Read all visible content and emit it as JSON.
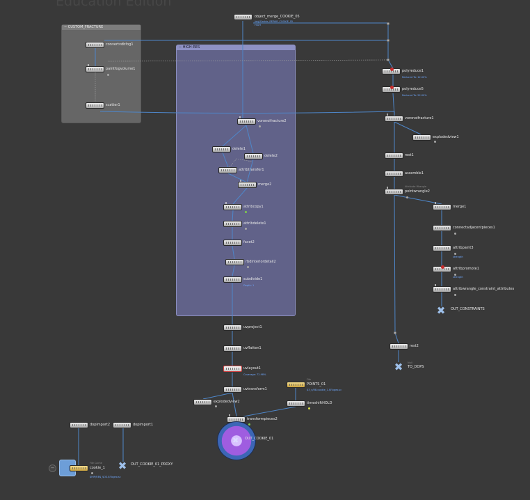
{
  "watermark": "Education Edition",
  "boxes": {
    "custom_fracture": "CUSTOM_FRACTURE",
    "high_res": "HIGH-RES"
  },
  "nodes": {
    "object_merge": {
      "label": "object_merge_COOKIE_05",
      "sub1": "/obj/Cookie_REPAIR_COOKIE_05",
      "sub2": "HIGH"
    },
    "convertvdbfog1": {
      "label": "convertvdbfog1"
    },
    "paintfogvolume1": {
      "label": "paintfogvolume1"
    },
    "scatter1": {
      "label": "scatter1"
    },
    "polyreduce1": {
      "label": "polyreduce1",
      "sub": "Reduced To: 12.00%"
    },
    "polyreduce5": {
      "label": "polyreduce5",
      "sub": "Reduced To: 52.00%"
    },
    "voronoifracture1": {
      "label": "voronoifracture1"
    },
    "explodedview1": {
      "label": "explodedview1"
    },
    "rest1": {
      "label": "rest1"
    },
    "assemble1": {
      "label": "assemble1"
    },
    "pointwrangle2": {
      "label": "pointwrangle2",
      "pre": "Attribute Wrangle"
    },
    "merge1": {
      "label": "merge1"
    },
    "connectadjacentpieces1": {
      "label": "connectadjacentpieces1"
    },
    "attribpaint3": {
      "label": "attribpaint3",
      "sub": "strength"
    },
    "attribpromote1": {
      "label": "attribpromote1",
      "sub": "strength"
    },
    "attribwrangle_constraint": {
      "label": "attribwrangle_constraint_attributes"
    },
    "out_constraints": {
      "label": "OUT_CONSTRAINTS"
    },
    "voronoifracture2": {
      "label": "voronoifracture2"
    },
    "delete1": {
      "label": "delete1"
    },
    "delete2": {
      "label": "delete2"
    },
    "attribtransfer1": {
      "label": "attribtransfer1"
    },
    "merge2": {
      "label": "merge2"
    },
    "attribcopy1": {
      "label": "attribcopy1"
    },
    "attribdelete1": {
      "label": "attribdelete1"
    },
    "facet2": {
      "label": "facet2"
    },
    "rbdinteriordetail2": {
      "label": "rbdinteriordetail2"
    },
    "subdivide1": {
      "label": "subdivide1",
      "sub": "Depth: 1"
    },
    "uvproject1": {
      "label": "uvproject1"
    },
    "uvflatten1": {
      "label": "uvflatten1"
    },
    "uvlayout1": {
      "label": "uvlayout1",
      "sub": "Coverage: 72.98%"
    },
    "uvtransform1": {
      "label": "uvtransform1"
    },
    "explodedview2": {
      "label": "explodedview2"
    },
    "points_01": {
      "label": "POINTS_01",
      "pre": "File",
      "sub": "$3_v/RB.cookie_1.$F.bgeo.sc"
    },
    "timeshifthold": {
      "label": "timeshiftHOLD"
    },
    "transformpieces2": {
      "label": "transformpieces2"
    },
    "out_cookie_01": {
      "label": "OUT_COOKIE_01"
    },
    "rest2": {
      "label": "rest2"
    },
    "to_dops": {
      "label": "TO_DOPS",
      "pre": "Null"
    },
    "dopimport2": {
      "label": "dopimport2"
    },
    "dopimport1": {
      "label": "dopimport1"
    },
    "cookie_1": {
      "label": "cookie_1",
      "pre": "File Cache",
      "sub": "$HIP/RB$_$OS.$F.bgeo.sc"
    },
    "out_cookie_proxy": {
      "label": "OUT_COOKIE_01_PROXY"
    }
  },
  "colors": {
    "background": "#393939",
    "wire": "#4e86c9",
    "high_res_box": "#686a98",
    "custom_box": "#6e6e6e"
  }
}
